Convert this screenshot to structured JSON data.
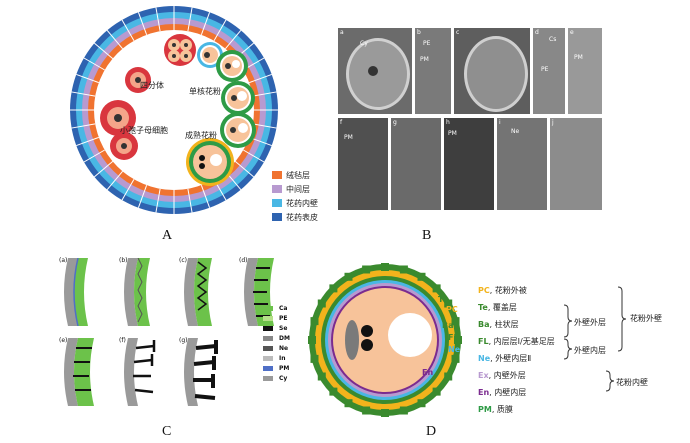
{
  "panels": {
    "a": "A",
    "b": "B",
    "c": "C",
    "d": "D"
  },
  "panel_a": {
    "stages": {
      "tetrad": "四分体",
      "microspore_mother": "小孢子母细胞",
      "uninucleate": "单核花粉",
      "mature": "成熟花粉"
    },
    "legend": [
      {
        "label": "绒毡层",
        "color": "#f07330"
      },
      {
        "label": "中间层",
        "color": "#b89ad0"
      },
      {
        "label": "花药内壁",
        "color": "#49b7e4"
      },
      {
        "label": "花药表皮",
        "color": "#2e63b0"
      }
    ]
  },
  "panel_b": {
    "tiles": [
      {
        "id": "a",
        "labels": [
          "Cy"
        ]
      },
      {
        "id": "b",
        "labels": [
          "PE",
          "PM"
        ]
      },
      {
        "id": "c",
        "labels": []
      },
      {
        "id": "d",
        "labels": [
          "Cs",
          "PE"
        ]
      },
      {
        "id": "e",
        "labels": [
          "PM"
        ]
      },
      {
        "id": "f",
        "labels": [
          "PM"
        ]
      },
      {
        "id": "g",
        "labels": []
      },
      {
        "id": "h",
        "labels": [
          "PM"
        ]
      },
      {
        "id": "i",
        "labels": [
          "Ne"
        ]
      },
      {
        "id": "j",
        "labels": []
      }
    ]
  },
  "panel_c": {
    "subpanels": [
      "(a)",
      "(b)",
      "(c)",
      "(d)",
      "(e)",
      "(f)",
      "(g)"
    ],
    "legend": [
      {
        "label": "Ca",
        "color": "#6cc24a"
      },
      {
        "label": "PE",
        "color": "#b6e08a"
      },
      {
        "label": "Se",
        "color": "#111111"
      },
      {
        "label": "DM",
        "color": "#888888"
      },
      {
        "label": "Ne",
        "color": "#555555"
      },
      {
        "label": "In",
        "color": "#bbbbbb"
      },
      {
        "label": "PM",
        "color": "#4f6fc6"
      },
      {
        "label": "Cy",
        "color": "#9a9a9a"
      }
    ]
  },
  "panel_d": {
    "ring_labels": {
      "te": "Te",
      "pc": "PC",
      "ba": "Ba",
      "fl": "FL",
      "ne": "Ne",
      "en": "En"
    },
    "legend": [
      {
        "abbr": "PC",
        "text": "花粉外被",
        "color": "#f2b31c"
      },
      {
        "abbr": "Te",
        "text": "覆盖层",
        "color": "#3a8a2e"
      },
      {
        "abbr": "Ba",
        "text": "柱状层",
        "color": "#3a8a2e"
      },
      {
        "abbr": "FL",
        "text": "内层层Ⅰ/无基足层",
        "color": "#3a8a2e"
      },
      {
        "abbr": "Ne",
        "text": "外壁内层Ⅱ",
        "color": "#49b7e4"
      },
      {
        "abbr": "Ex",
        "text": "内壁外层",
        "color": "#b89ad0"
      },
      {
        "abbr": "En",
        "text": "内壁内层",
        "color": "#7b2b8f"
      },
      {
        "abbr": "PM",
        "text": "质膜",
        "color": "#2e9b46"
      }
    ],
    "groups": {
      "outer_layer": "外壁外层",
      "inner_layer": "外壁内层",
      "exine": "花粉外壁",
      "intine": "花粉内壁"
    }
  }
}
